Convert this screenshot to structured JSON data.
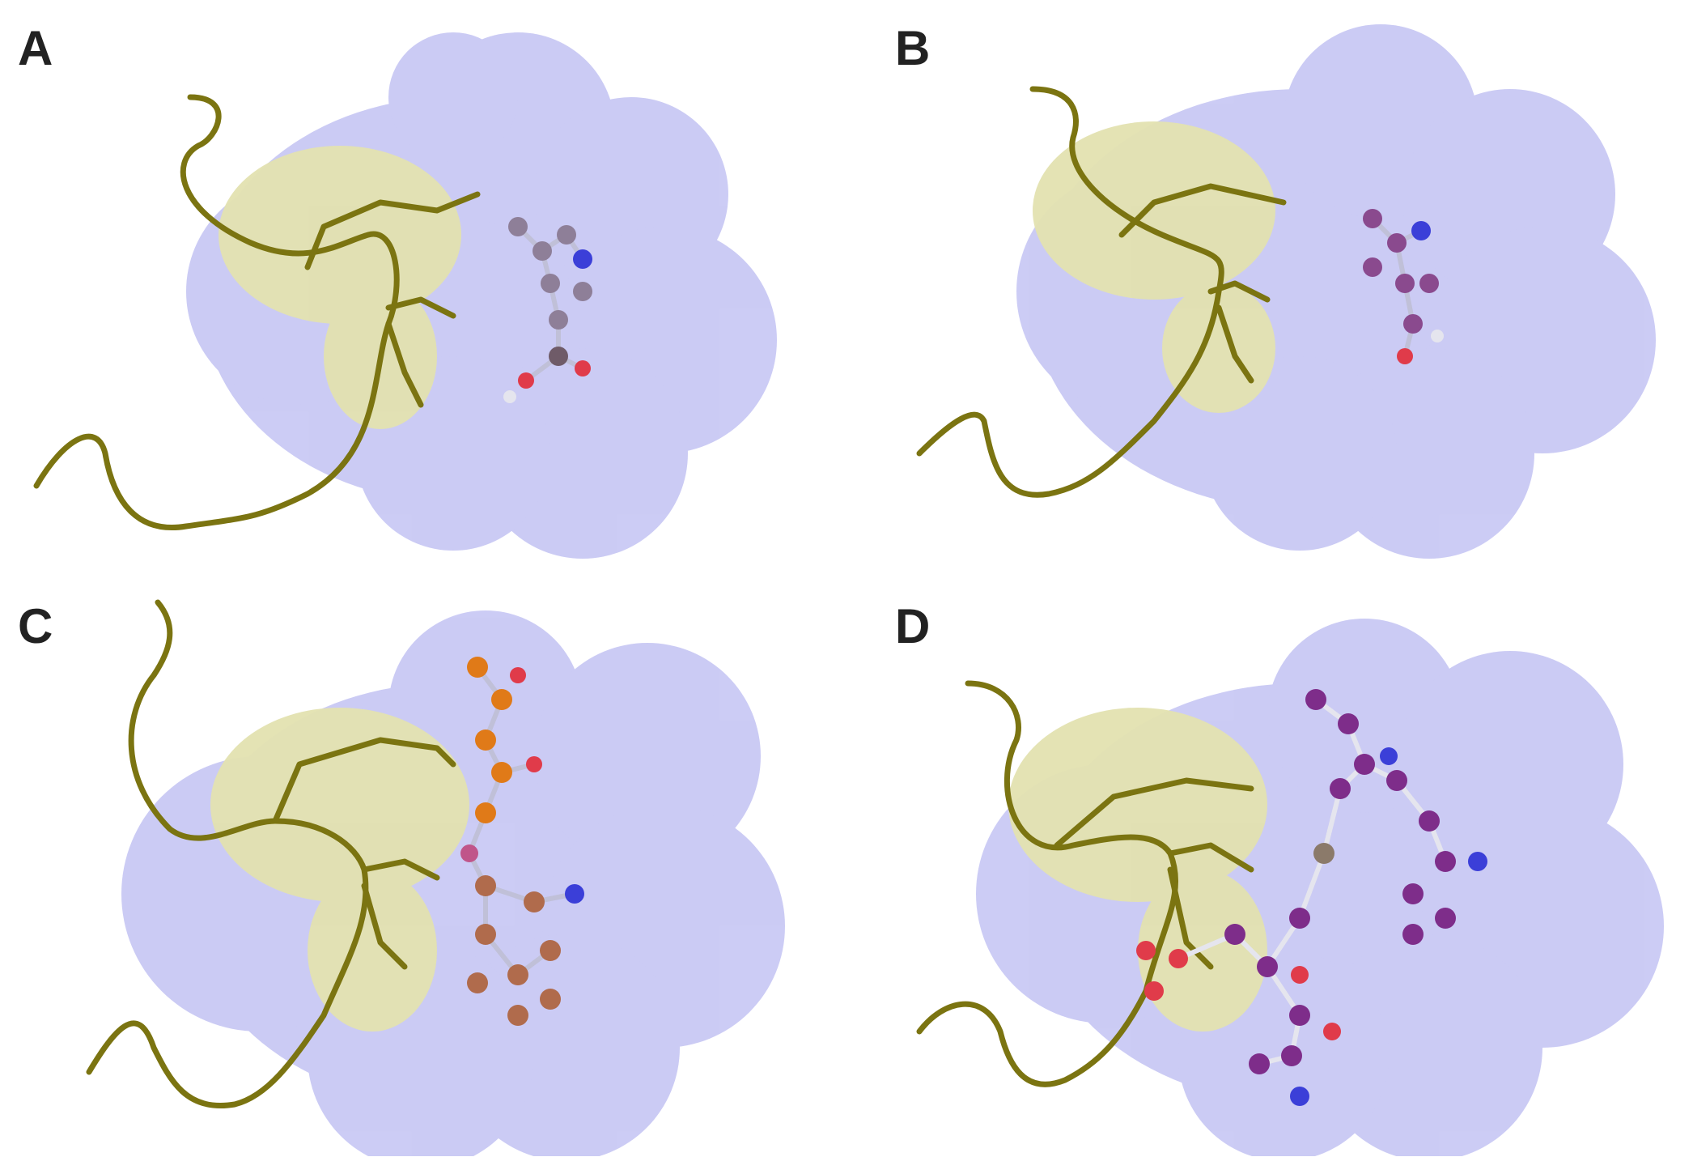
{
  "figure": {
    "panels": [
      {
        "label": "A",
        "ligand_color": "#8e7f98"
      },
      {
        "label": "B",
        "ligand_color": "#8a4a8e"
      },
      {
        "label": "C",
        "ligand_color": "#b06b4c"
      },
      {
        "label": "D",
        "ligand_color": "#7e2d8a"
      }
    ],
    "colors": {
      "surface": "#c9c9f4",
      "pocket": "#e3e2b0",
      "backbone": "#7b7411",
      "nitrogen": "#3b3fd8",
      "oxygen": "#e03b4a",
      "hydrogen": "#e5e5ee",
      "orange": "#e07a18"
    }
  }
}
